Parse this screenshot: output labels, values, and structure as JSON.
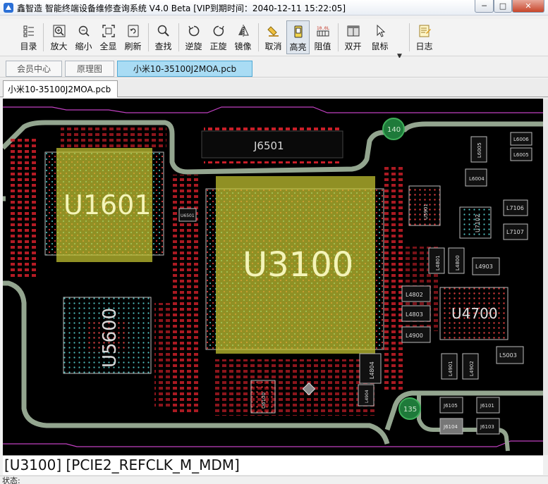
{
  "window": {
    "title": "鑫智造 智能终端设备维修查询系统 V4.0 Beta [VIP到期时间：2040-12-11 15:22:05]",
    "min_glyph": "─",
    "max_glyph": "□",
    "close_glyph": "✕"
  },
  "toolbar": {
    "buttons": [
      {
        "label": "目录",
        "icon": "catalog-icon"
      },
      {
        "label": "放大",
        "icon": "zoom-in-icon"
      },
      {
        "label": "缩小",
        "icon": "zoom-out-icon"
      },
      {
        "label": "全显",
        "icon": "fit-all-icon"
      },
      {
        "label": "刷新",
        "icon": "refresh-icon"
      },
      {
        "label": "查找",
        "icon": "search-icon"
      },
      {
        "label": "逆旋",
        "icon": "rotate-ccw-icon"
      },
      {
        "label": "正旋",
        "icon": "rotate-cw-icon"
      },
      {
        "label": "镜像",
        "icon": "mirror-icon"
      },
      {
        "label": "取消",
        "icon": "cancel-icon"
      },
      {
        "label": "高亮",
        "icon": "highlight-icon"
      },
      {
        "label": "阻值",
        "icon": "resistance-icon"
      },
      {
        "label": "双开",
        "icon": "dual-open-icon"
      },
      {
        "label": "鼠标",
        "icon": "mouse-icon"
      },
      {
        "label": "日志",
        "icon": "log-icon"
      }
    ],
    "active": "高亮"
  },
  "tabs": {
    "top": [
      {
        "label": "会员中心"
      },
      {
        "label": "原理图"
      },
      {
        "label": "小米10-35100J2MOA.pcb"
      }
    ],
    "active_top": "小米10-35100J2MOA.pcb",
    "document": "小米10-35100J2MOA.pcb"
  },
  "pcb": {
    "components": {
      "u1601": "U1601",
      "u3100": "U3100",
      "u5600": "U5600",
      "u4700": "U4700",
      "j6501": "J6501",
      "tp140": "140",
      "tp135": "135",
      "l6004": "L6004",
      "l7106": "L7106",
      "l7107": "L7107",
      "l4903": "L4903",
      "l4802": "L4802",
      "l4803": "L4803",
      "l4900": "L4900",
      "l4804": "L4804",
      "l5003": "L5003",
      "l4801": "L4801",
      "l4800": "L4800",
      "l4901": "L4901",
      "l4902": "L4902",
      "l4904": "L4904",
      "u6100": "U6100",
      "l6005": "L6005",
      "l6006": "L6006",
      "l6005b": "L6005",
      "u7102": "U7102",
      "j6105": "J6105",
      "j6101": "J6101",
      "j6104": "J6104",
      "j6103": "J6103",
      "u6501": "U6501",
      "u5901": "U5901"
    },
    "colors": {
      "board": "#000000",
      "outline": "#8aa08a",
      "highlight": "#c8c832",
      "pad_red": "#d0202a",
      "testpoint": "#1e7a3a"
    }
  },
  "info": {
    "text": "[U3100] [PCIE2_REFCLK_M_MDM]"
  },
  "status": {
    "text": "状态:"
  }
}
